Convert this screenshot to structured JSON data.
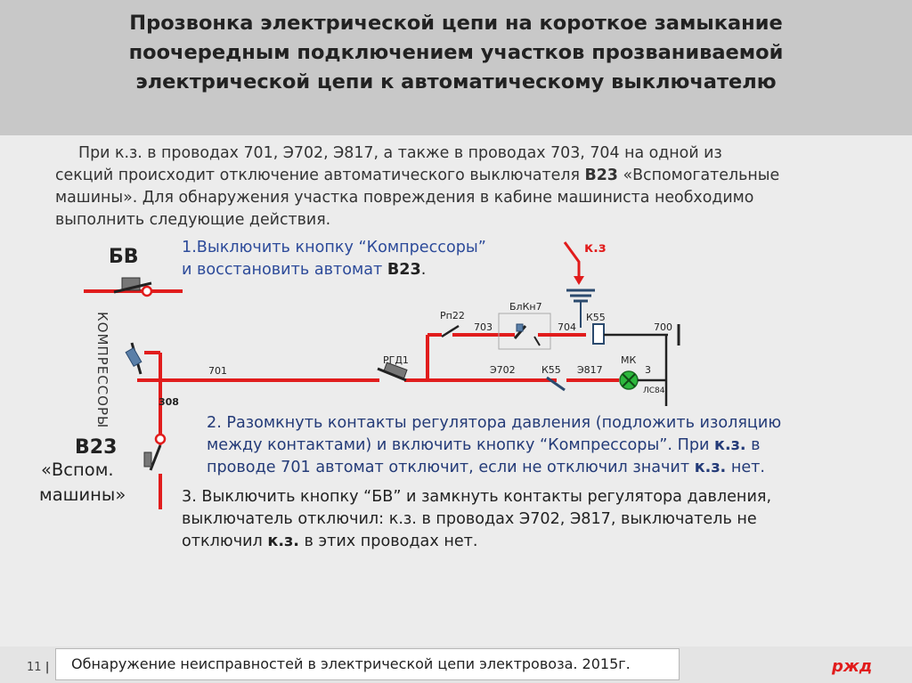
{
  "title": {
    "line1": "Прозвонка электрической цепи на короткое замыкание",
    "line2": "поочередным подключением участков прозваниваемой",
    "line3": "электрической цепи к автоматическому выключателю"
  },
  "intro": {
    "line1": "При к.з. в проводах 701, Э702, Э817, а также в проводах  703,  704 на одной из",
    "line2_a": "секций происходит отключение автоматического выключателя ",
    "line2_b": "В23",
    "line2_c": " «Вспомогательные",
    "line3": "машины». Для обнаружения участка повреждения в кабине машиниста необходимо",
    "line4": "выполнить следующие действия."
  },
  "step1": {
    "line1": "1.Выключить кнопку “Компрессоры”",
    "line2_a": "и восстановить автомат ",
    "line2_b": "В23",
    "line2_c": "."
  },
  "step2": {
    "line1": "2. Разомкнуть контакты регулятора давления (подложить изоляцию",
    "line2": "между контактами) и включить кнопку “Компрессоры”. При ",
    "line2_b": "к.з.",
    "line2_c": " в",
    "line3": "проводе 701 автомат отключит, если не отключил значит ",
    "line3_b": "к.з.",
    "line3_c": " нет."
  },
  "step3": {
    "line1": "3. Выключить кнопку “БВ” и замкнуть контакты регулятора давления,",
    "line2": "выключатель отключил: к.з. в проводах Э702, Э817, выключатель не",
    "line3_a": "отключил ",
    "line3_b": "к.з.",
    "line3_c": " в этих проводах нет."
  },
  "diagram": {
    "bv": "БВ",
    "kompressory": "КОМПРЕССОРЫ",
    "b23": "В23",
    "vspom": "«Вспом.",
    "mashiny": "машины»",
    "wire_308": "308",
    "wire_701": "701",
    "rgd1": "РГД1",
    "rp22": "Рп22",
    "wire_703": "703",
    "blkn7": "БлКн7",
    "wire_704": "704",
    "k55_top": "К55",
    "kz": "к.з",
    "wire_700": "700",
    "e702": "Э702",
    "k55_bottom": "К55",
    "e817": "Э817",
    "mk": "МК",
    "wire_3": "3",
    "ls84": "ЛС84"
  },
  "footer": {
    "page_number": "11",
    "separator": "|",
    "text": "Обнаружение неисправностей в электрической цепи электровоза. 2015г.",
    "logo": "ржд"
  },
  "colors": {
    "wire_red": "#e11c1c",
    "step_blue": "#243b78",
    "header_bg": "#c8c8c8",
    "contact_steel": "#5a7fa8",
    "lamp_green": "#2db83d"
  }
}
